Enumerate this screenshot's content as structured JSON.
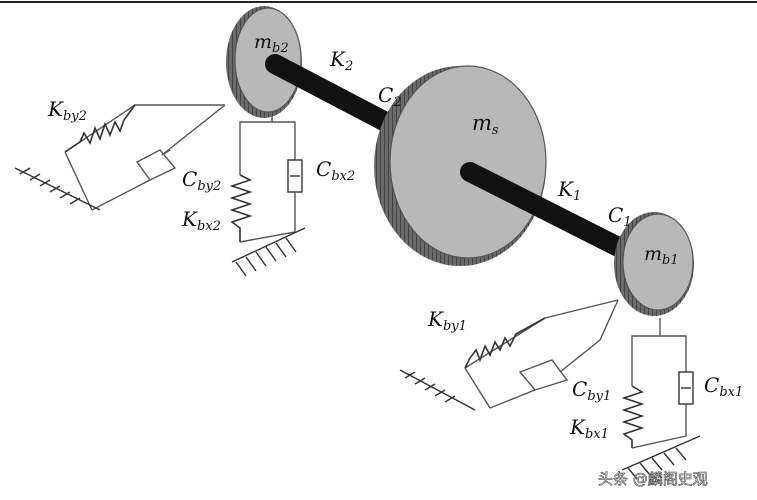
{
  "masses": {
    "ms": {
      "base": "m",
      "sub": "s"
    },
    "mb1": {
      "base": "m",
      "sub": "b1"
    },
    "mb2": {
      "base": "m",
      "sub": "b2"
    }
  },
  "shaft": {
    "K1": {
      "base": "K",
      "sub": "1"
    },
    "C1": {
      "base": "C",
      "sub": "1"
    },
    "K2": {
      "base": "K",
      "sub": "2"
    },
    "C2": {
      "base": "C",
      "sub": "2"
    }
  },
  "support": {
    "Kby1": {
      "base": "K",
      "sub": "by1"
    },
    "Cby1": {
      "base": "C",
      "sub": "by1"
    },
    "Kbx1": {
      "base": "K",
      "sub": "bx1"
    },
    "Cbx1": {
      "base": "C",
      "sub": "bx1"
    },
    "Kby2": {
      "base": "K",
      "sub": "by2"
    },
    "Cby2": {
      "base": "C",
      "sub": "by2"
    },
    "Kbx2": {
      "base": "K",
      "sub": "bx2"
    },
    "Cbx2": {
      "base": "C",
      "sub": "bx2"
    }
  },
  "watermark": "头条 @麟阁史观",
  "colors": {
    "disc": "#b8b8b8",
    "disc_edge": "#555555",
    "shaft": "#111111"
  }
}
